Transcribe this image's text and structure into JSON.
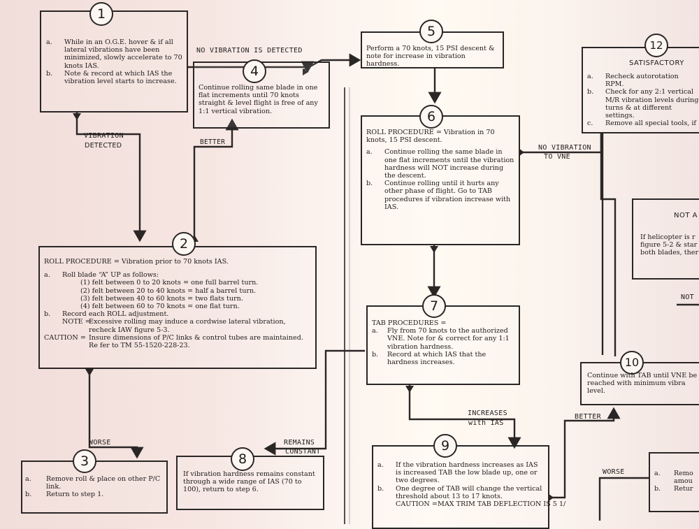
{
  "steps": {
    "s1": {
      "num": "1",
      "a_key": "a.",
      "a": "While in an O.G.E. hover & if all lateral vibrations have been minimized, slowly accelerate to 70 knots IAS.",
      "b_key": "b.",
      "b": "Note & record at which IAS the vibration level starts to increase."
    },
    "s4": {
      "num": "4",
      "text": "Continue rolling same blade in one flat increments until 70 knots straight & level flight is free of any 1:1 vertical vibration."
    },
    "s5": {
      "num": "5",
      "text": "Perform a 70 knots, 15 PSI descent & note for increase in vibration hardness."
    },
    "s6": {
      "num": "6",
      "title": "ROLL PROCEDURE = Vibration in 70 knots, 15 PSI descent.",
      "a_key": "a.",
      "a": "Continue rolling the same blade in one flat increments until the vibration hardness will NOT increase during the descent.",
      "b_key": "b.",
      "b": "Continue rolling until it hurts any other phase of flight. Go to TAB procedures if vibration increase with IAS."
    },
    "s2": {
      "num": "2",
      "title": "ROLL PROCEDURE = Vibration prior to 70 knots IAS.",
      "a_key": "a.",
      "a": "Roll blade “A” UP as follows:",
      "a1": "(1) felt between 0 to 20 knots = one full barrel turn.",
      "a2": "(2) felt between 20 to 40 knots = half a barrel turn.",
      "a3": "(3) felt between 40 to 60 knots = two flats turn.",
      "a4": "(4) felt between 60 to 70 knots = one flat turn.",
      "b_key": "b.",
      "b": "Record each ROLL adjustment.",
      "note_key": "NOTE =",
      "note": "Excessive rolling may induce a cordwise lateral vibration, recheck IAW figure 5-3.",
      "caution_key": "CAUTION =",
      "caution": "Insure dimensions of P/C links & control tubes are maintained. Re fer to TM 55-1520-228-23."
    },
    "s7": {
      "num": "7",
      "title": "TAB PROCEDURES =",
      "a_key": "a.",
      "a": "Fly from 70 knots to the authorized VNE. Note for & correct for any 1:1 vibration hardness.",
      "b_key": "b.",
      "b": "Record at which IAS that the hardness increases."
    },
    "s3": {
      "num": "3",
      "a_key": "a.",
      "a": "Remove roll & place on other P/C link.",
      "b_key": "b.",
      "b": "Return to step 1."
    },
    "s8": {
      "num": "8",
      "text": "If vibration hardness remains constant through a wide range of IAS (70 to 100), return to step 6."
    },
    "s9": {
      "num": "9",
      "a_key": "a.",
      "a": "If the vibration hardness increases as IAS is increased TAB the low blade up, one or two degrees.",
      "b_key": "b.",
      "b": "One degree of TAB will change the vertical threshold about 13 to 17 knots.",
      "caution_key": "CAUTION =",
      "caution": "MAX TRIM TAB DEFLECTION IS 5 1/"
    },
    "s12": {
      "num": "12",
      "title": "SATISFACTORY",
      "a_key": "a.",
      "a": "Recheck autorotation RPM.",
      "b_key": "b.",
      "b": "Check for any 2:1 vertical M/R vibration levels during turns & at different settings.",
      "c_key": "c.",
      "c": "Remove all special tools, if"
    },
    "s11": {
      "title": "NOT A",
      "text": "If helicopter is r figure 5-2 & star both blades, ther"
    },
    "s10": {
      "num": "10",
      "text": "Continue with TAB until VNE be reached with minimum vibra level."
    },
    "s13": {
      "a_key": "a.",
      "a": "Remo amou",
      "b_key": "b.",
      "b": "Retur"
    }
  },
  "labels": {
    "no_vibration_detected": "NO VIBRATION IS DETECTED",
    "vibration": "VIBRATION",
    "detected": "DETECTED",
    "better_left": "BETTER",
    "no_vibration_vne_1": "NO VIBRATION",
    "no_vibration_vne_2": "TO VNE",
    "worse_left": "WORSE",
    "remains": "REMAINS",
    "constant": "CONSTANT",
    "increases": "INCREASES",
    "with_ias": "with IAS",
    "better_right": "BETTER",
    "not_right": "NOT",
    "worse_right": "WORSE"
  }
}
